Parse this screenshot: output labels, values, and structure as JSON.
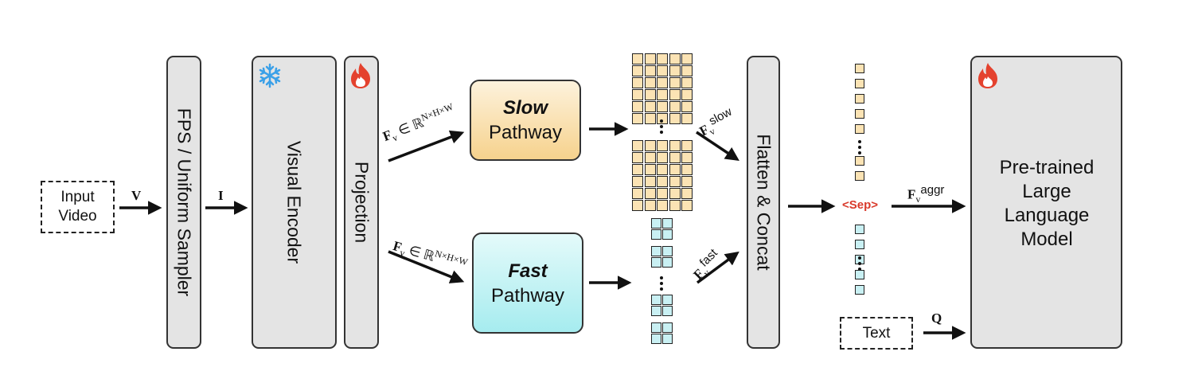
{
  "input": {
    "label": "Input\nVideo"
  },
  "text_input": {
    "label": "Text"
  },
  "sampler": {
    "label": "FPS / Uniform Sampler"
  },
  "encoder": {
    "label": "Visual Encoder"
  },
  "projection": {
    "label": "Projection"
  },
  "slow": {
    "title": "Slow",
    "subtitle": "Pathway"
  },
  "fast": {
    "title": "Fast",
    "subtitle": "Pathway"
  },
  "concat": {
    "label": "Flatten & Concat"
  },
  "llm": {
    "label": "Pre-trained\nLarge\nLanguage\nModel"
  },
  "sep": {
    "label": "<Sep>"
  },
  "symbols": {
    "v": "V",
    "i": "I",
    "q": "Q",
    "f_slow_in_main": "F",
    "f_slow_in_sub": "v",
    "f_slow_in_rest": " ∈ ℝ",
    "f_slow_in_sup": "N×H×W",
    "f_fast_in_main": "F",
    "f_fast_in_sub": "v",
    "f_fast_in_rest": " ∈ ℝ",
    "f_fast_in_sup": "N×H×W",
    "f_slow_main": "F",
    "f_slow_sub": "v",
    "f_slow_sup": "slow",
    "f_fast_main": "F",
    "f_fast_sub": "v",
    "f_fast_sup": "fast",
    "f_aggr_main": "F",
    "f_aggr_sub": "v",
    "f_aggr_sup": "aggr"
  },
  "colors": {
    "slow_token": "#fbe3b4",
    "fast_token": "#c9f0f3",
    "slow_grad_top": "#fdf2dc",
    "slow_grad_bottom": "#f6d28d",
    "fast_grad_top": "#e4fafa",
    "fast_grad_bottom": "#a6ecef",
    "flame": "#e4422e",
    "snow": "#3aa0e8",
    "sep": "#d93a2b"
  },
  "icons": [
    "snowflake-icon",
    "flame-icon"
  ]
}
